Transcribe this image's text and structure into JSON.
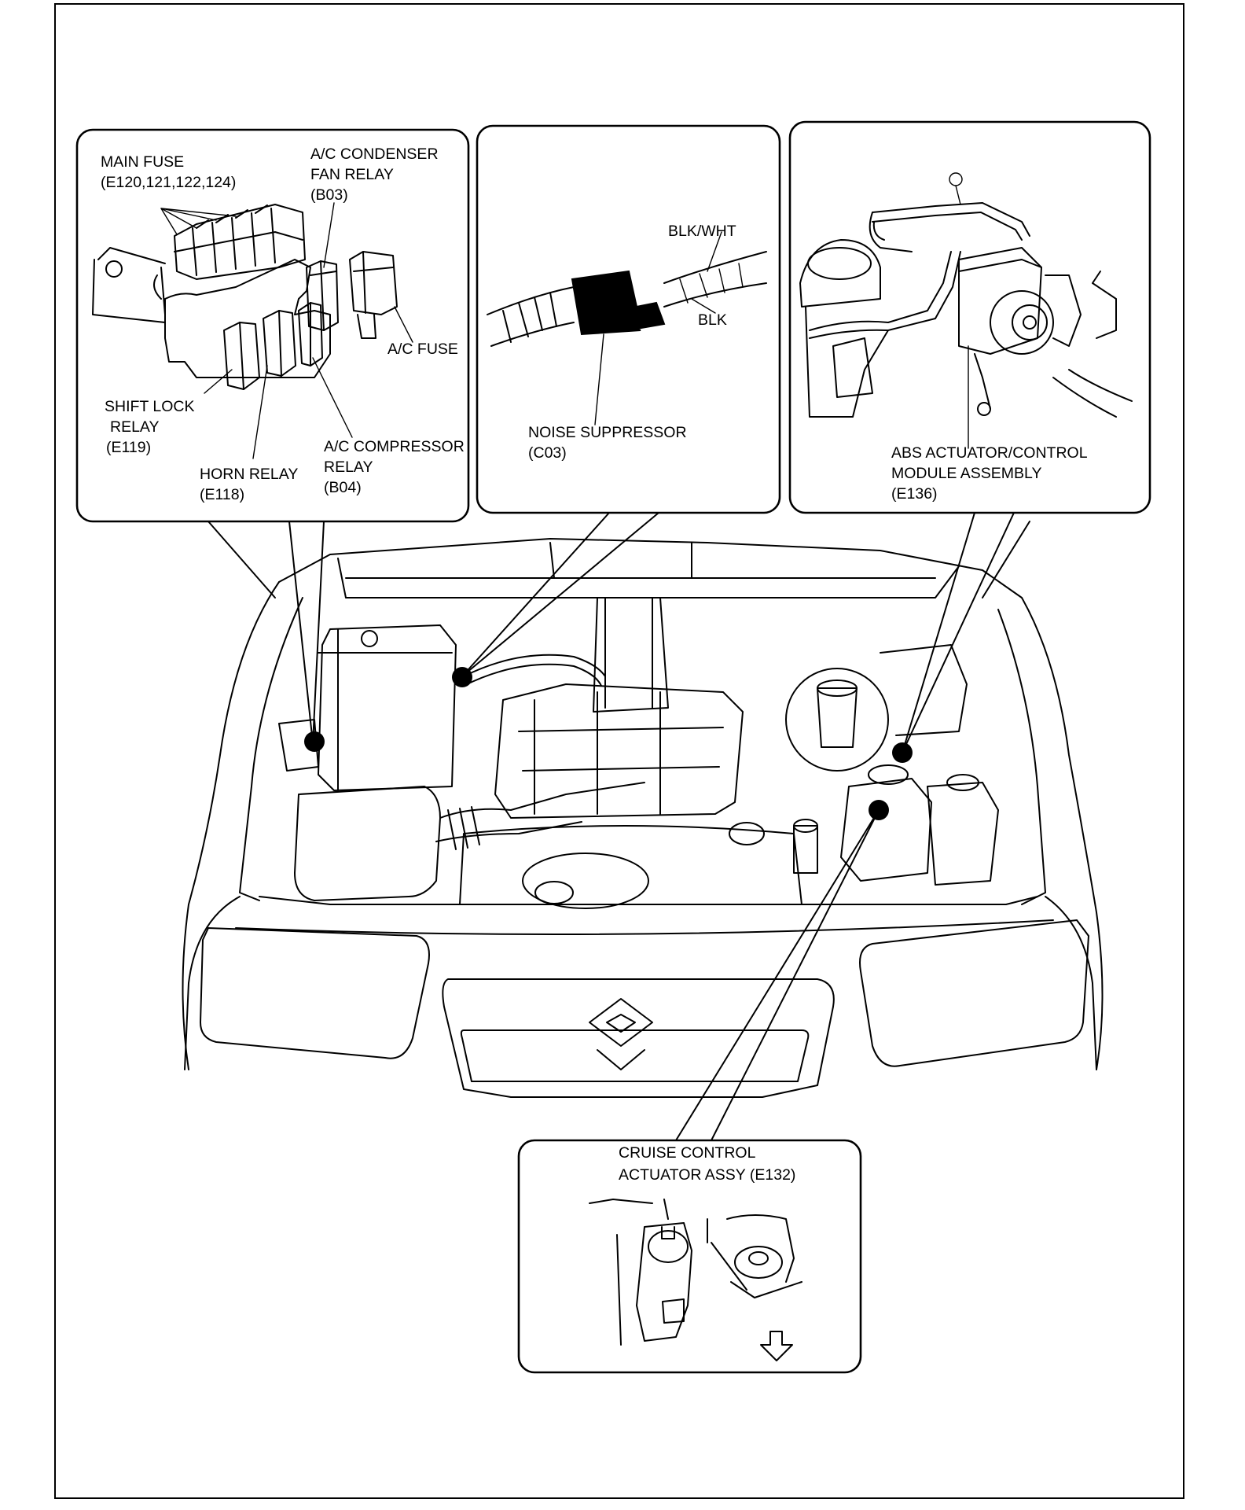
{
  "callouts": {
    "fuse_box": {
      "main_fuse": [
        "MAIN FUSE",
        "(E120,121,122,124)"
      ],
      "ac_condenser_fan_relay": [
        "A/C CONDENSER",
        "FAN RELAY",
        "(B03)"
      ],
      "ac_fuse": "A/C FUSE",
      "shift_lock_relay": [
        "SHIFT LOCK",
        "RELAY",
        "(E119)"
      ],
      "horn_relay": [
        "HORN RELAY",
        "(E118)"
      ],
      "ac_compressor_relay": [
        "A/C COMPRESSOR",
        "RELAY",
        "(B04)"
      ]
    },
    "noise_suppressor": {
      "wire_blk_wht": "BLK/WHT",
      "wire_blk": "BLK",
      "label": [
        "NOISE SUPPRESSOR",
        "(C03)"
      ]
    },
    "abs": {
      "label": [
        "ABS ACTUATOR/CONTROL",
        "MODULE ASSEMBLY",
        "(E136)"
      ]
    },
    "cruise": {
      "label": [
        "CRUISE CONTROL",
        "ACTUATOR ASSY (E132)"
      ]
    }
  }
}
